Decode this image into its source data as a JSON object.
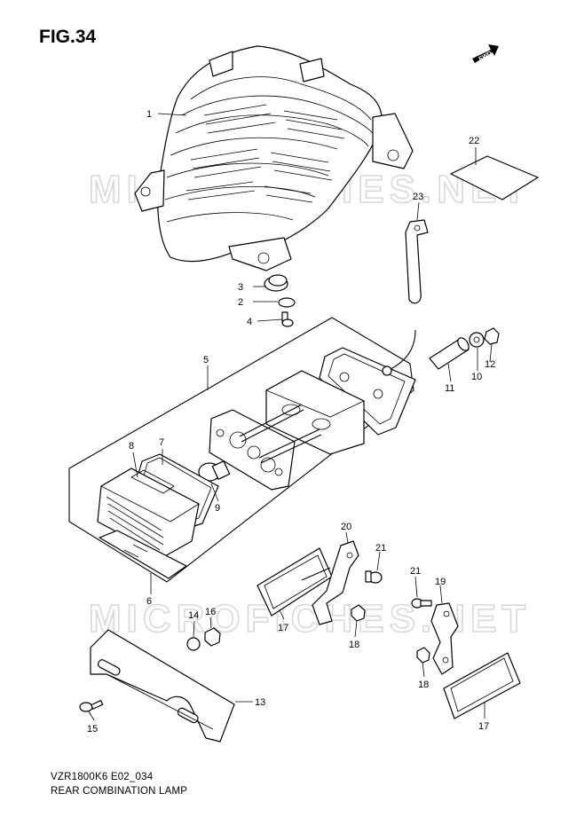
{
  "figure": {
    "title": "FIG.34",
    "model_code": "VZR1800K6 E02_034",
    "caption": "REAR COMBINATION LAMP",
    "fwd_label": "FWD",
    "watermark": "MICROFICHES.NET"
  },
  "callouts": [
    "1",
    "2",
    "3",
    "4",
    "5",
    "6",
    "7",
    "8",
    "9",
    "10",
    "11",
    "12",
    "13",
    "14",
    "15",
    "16",
    "17",
    "17",
    "18",
    "18",
    "19",
    "20",
    "21",
    "21",
    "22",
    "23"
  ]
}
